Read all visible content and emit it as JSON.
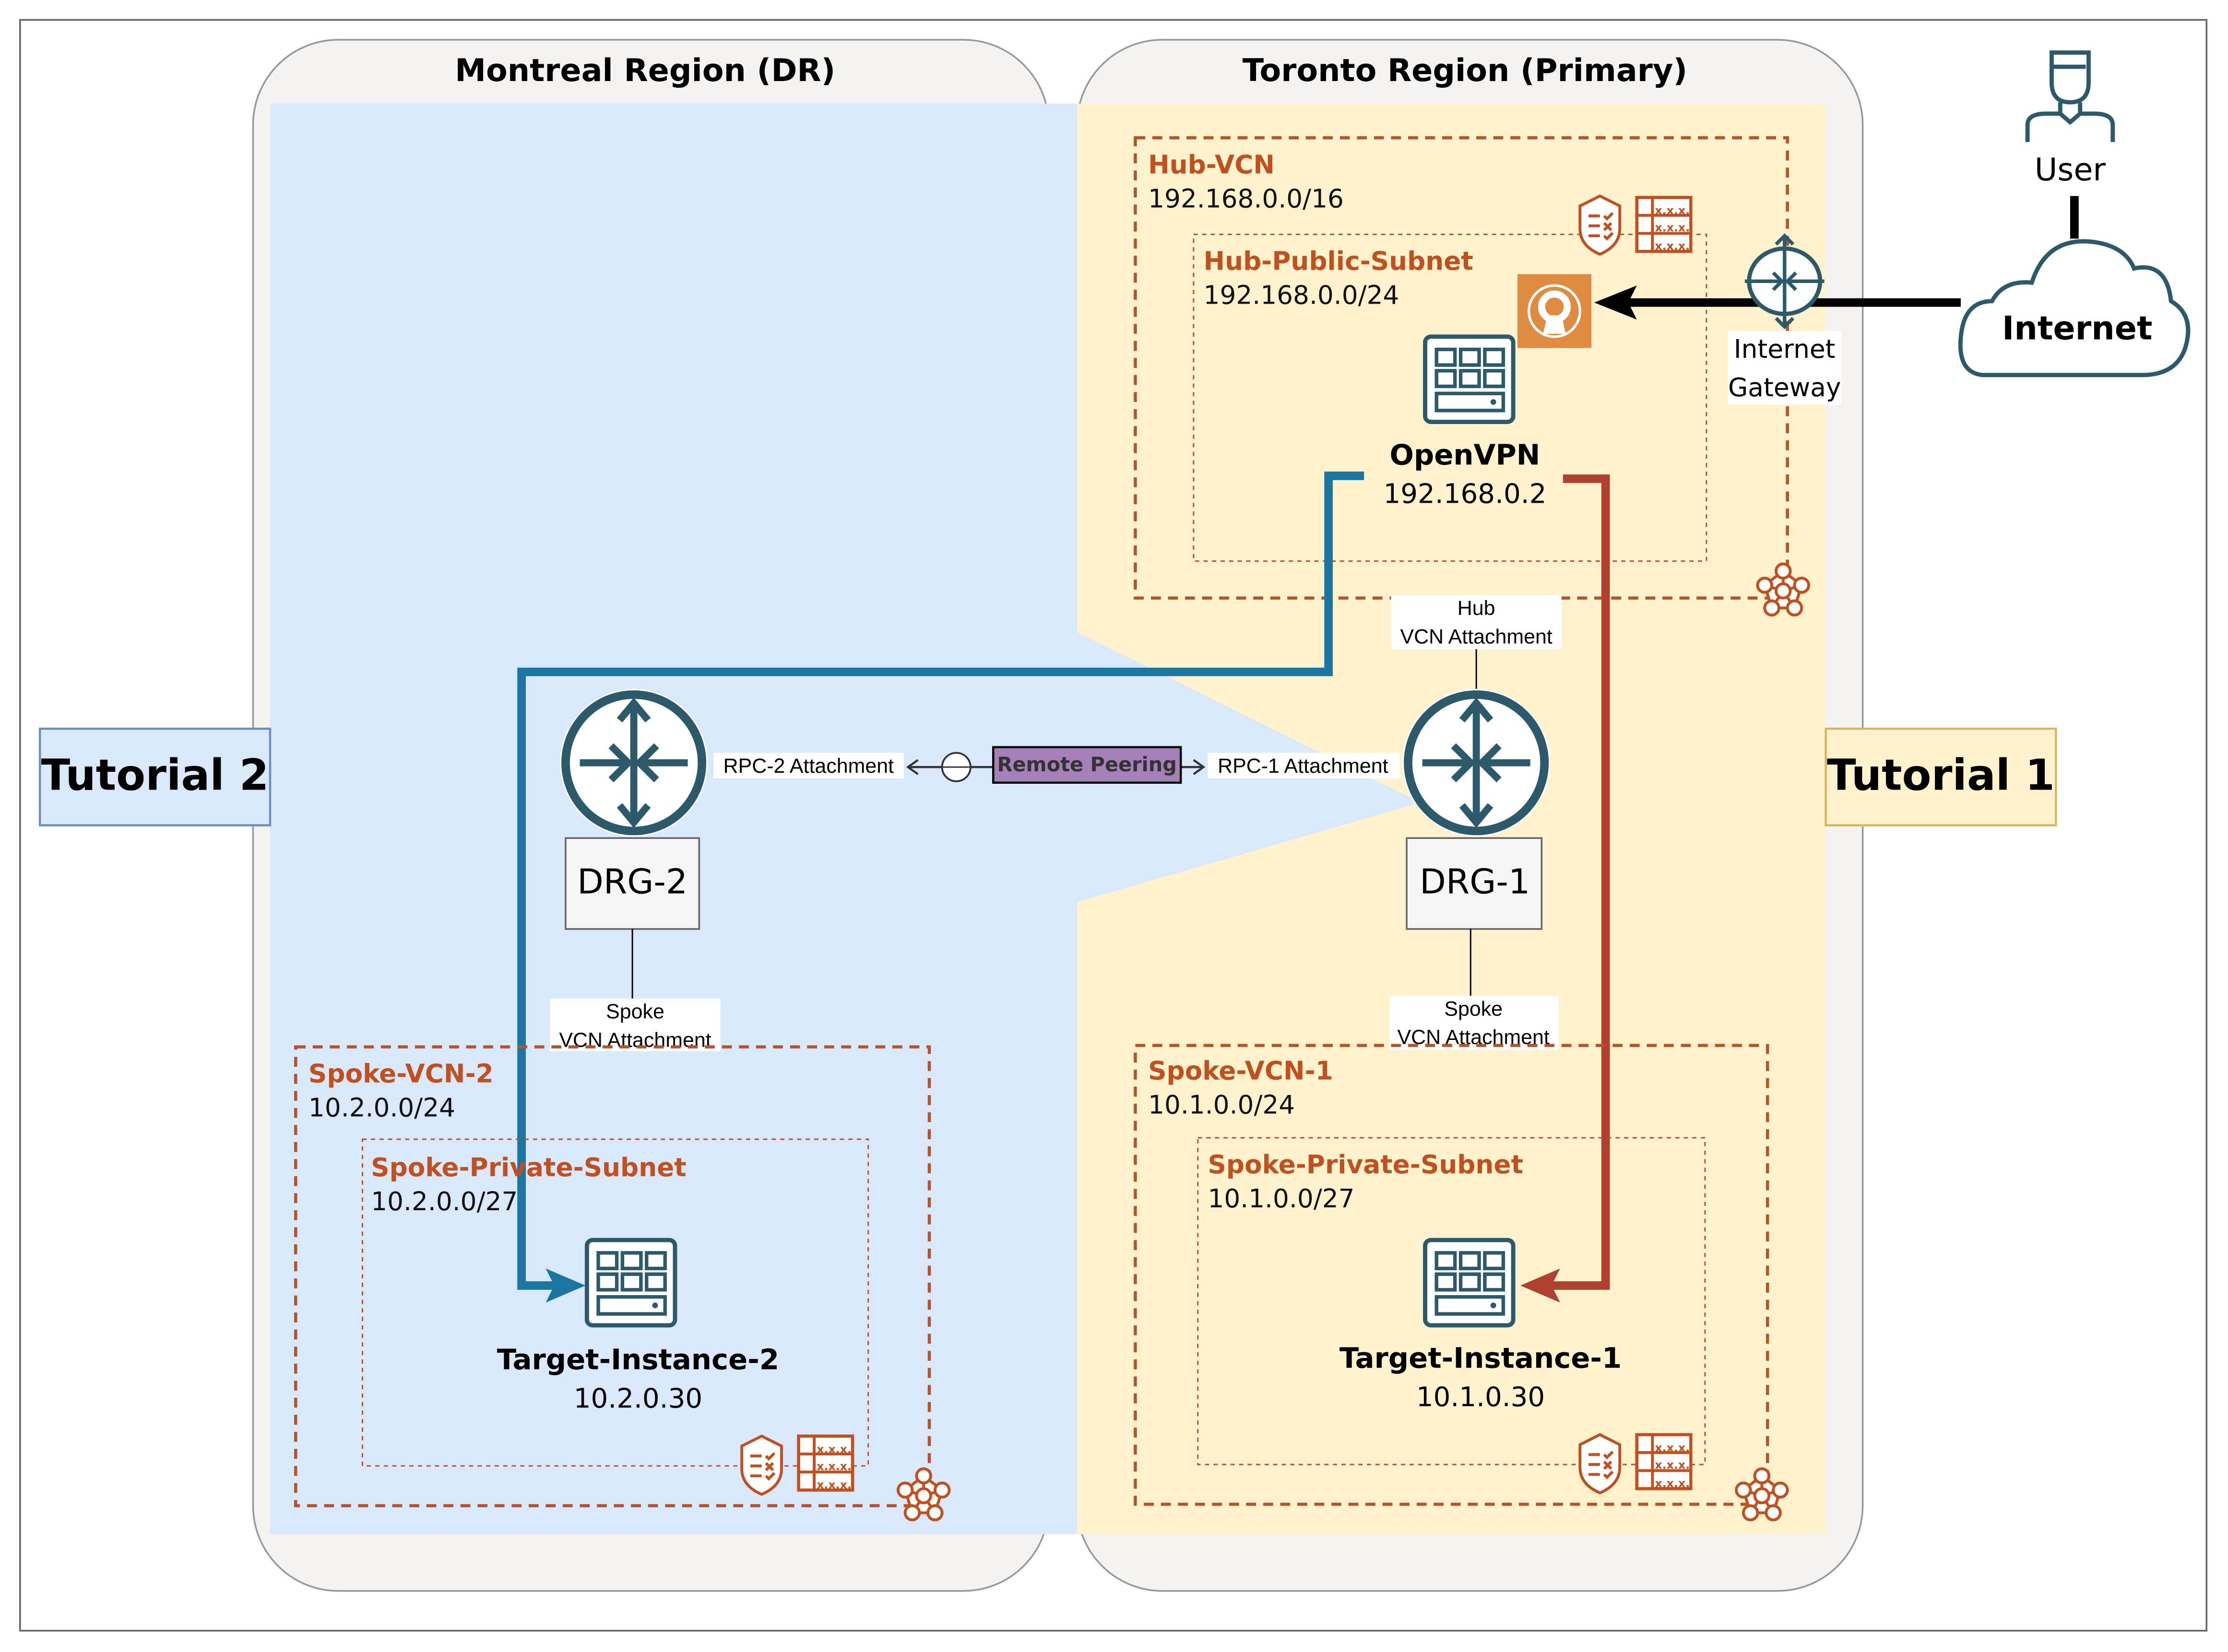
{
  "regions": {
    "dr": "Montreal Region (DR)",
    "primary": "Toronto Region (Primary)"
  },
  "tutorials": {
    "left": "Tutorial 2",
    "right": "Tutorial 1"
  },
  "hub_vcn": {
    "name": "Hub-VCN",
    "cidr": "192.168.0.0/16"
  },
  "hub_subnet": {
    "name": "Hub-Public-Subnet",
    "cidr": "192.168.0.0/24"
  },
  "openvpn": {
    "name": "OpenVPN",
    "ip": "192.168.0.2"
  },
  "internet_gateway": {
    "line1": "Internet",
    "line2": "Gateway"
  },
  "user": "User",
  "internet": "Internet",
  "hub_attachment": {
    "line1": "Hub",
    "line2": "VCN Attachment"
  },
  "drg1": {
    "name": "DRG-1",
    "rpc": "RPC-1 Attachment"
  },
  "drg2": {
    "name": "DRG-2",
    "rpc": "RPC-2 Attachment"
  },
  "remote_peering": "Remote Peering",
  "spoke_attachment": {
    "line1": "Spoke",
    "line2": "VCN Attachment"
  },
  "spoke1": {
    "vcn": "Spoke-VCN-1",
    "vcn_cidr": "10.1.0.0/24",
    "subnet": "Spoke-Private-Subnet",
    "subnet_cidr": "10.1.0.0/27",
    "instance": "Target-Instance-1",
    "ip": "10.1.0.30"
  },
  "spoke2": {
    "vcn": "Spoke-VCN-2",
    "vcn_cidr": "10.2.0.0/24",
    "subnet": "Spoke-Private-Subnet",
    "subnet_cidr": "10.2.0.0/27",
    "instance": "Target-Instance-2",
    "ip": "10.2.0.30"
  },
  "route_table_text": "x.x.x.",
  "colors": {
    "dr_area": "#dae8fc",
    "primary_area": "#fff2cc",
    "vcn_border": "#b5532b",
    "tutorial1_path": "#b04030",
    "tutorial2_path": "#1a75a0",
    "icon_teal": "#2d5a6b",
    "openvpn_orange": "#e08b42",
    "remote_peering": "#a680b8"
  }
}
